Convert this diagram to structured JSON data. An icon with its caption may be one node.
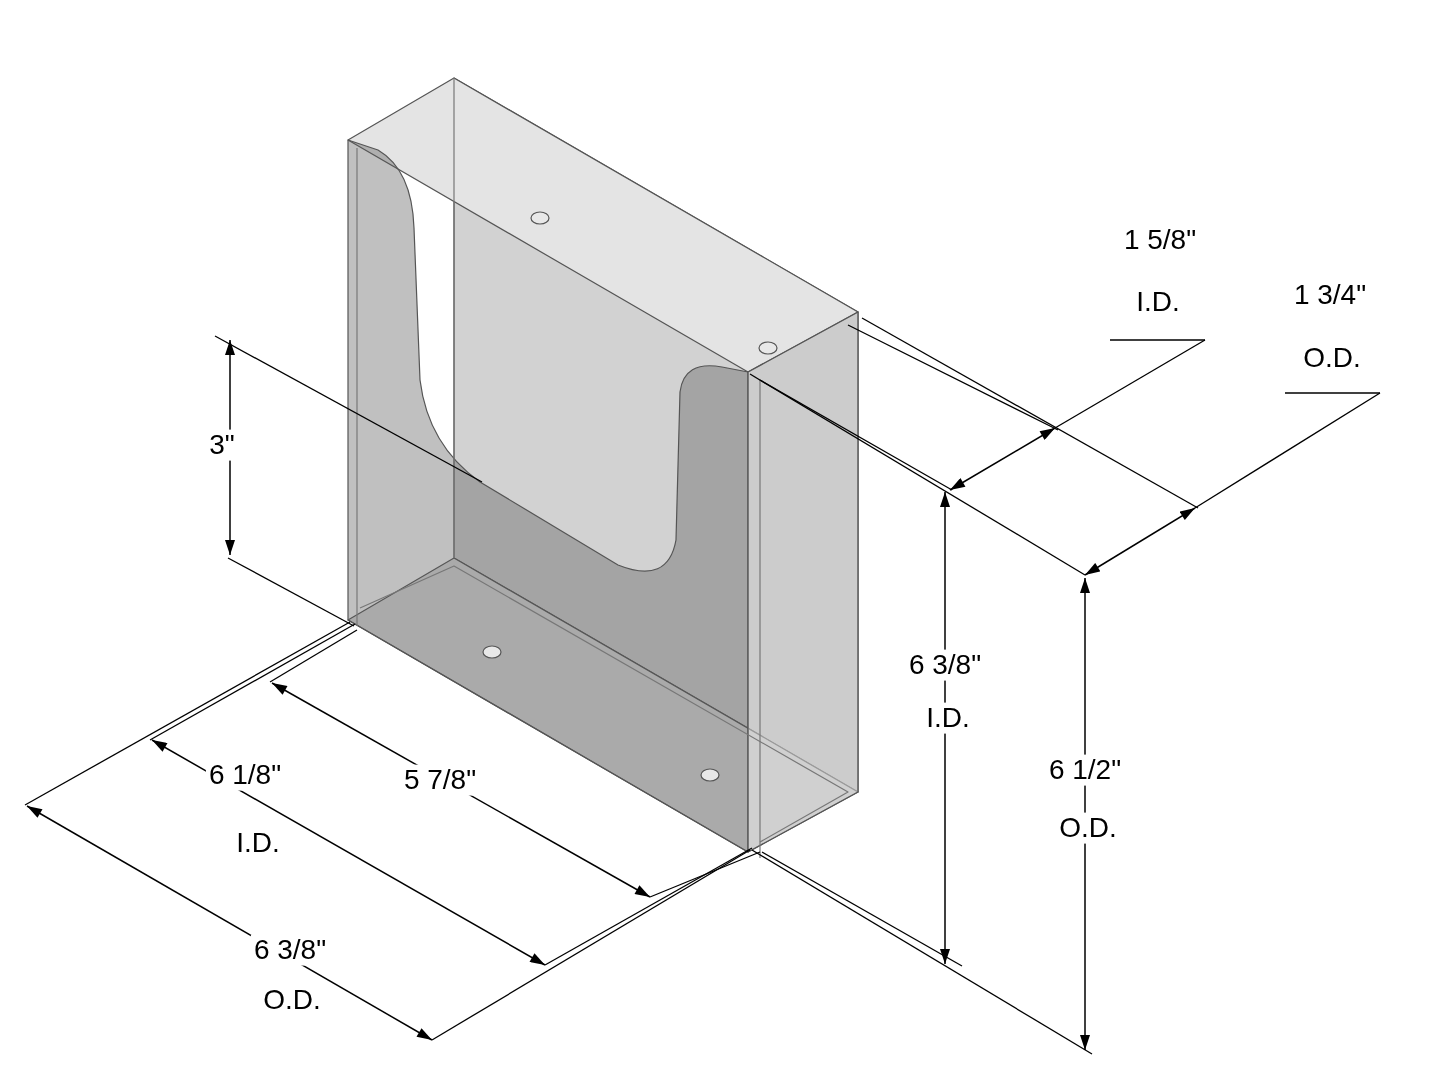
{
  "diagram": {
    "labels": [
      "1 5/8\"",
      "I.D.",
      "1 3/4\"",
      "O.D.",
      "3\"",
      "6 3/8\"",
      "I.D.",
      "6 1/2\"",
      "O.D.",
      "6 1/8\"",
      "5 7/8\"",
      "I.D.",
      "6 3/8\"",
      "O.D."
    ]
  }
}
